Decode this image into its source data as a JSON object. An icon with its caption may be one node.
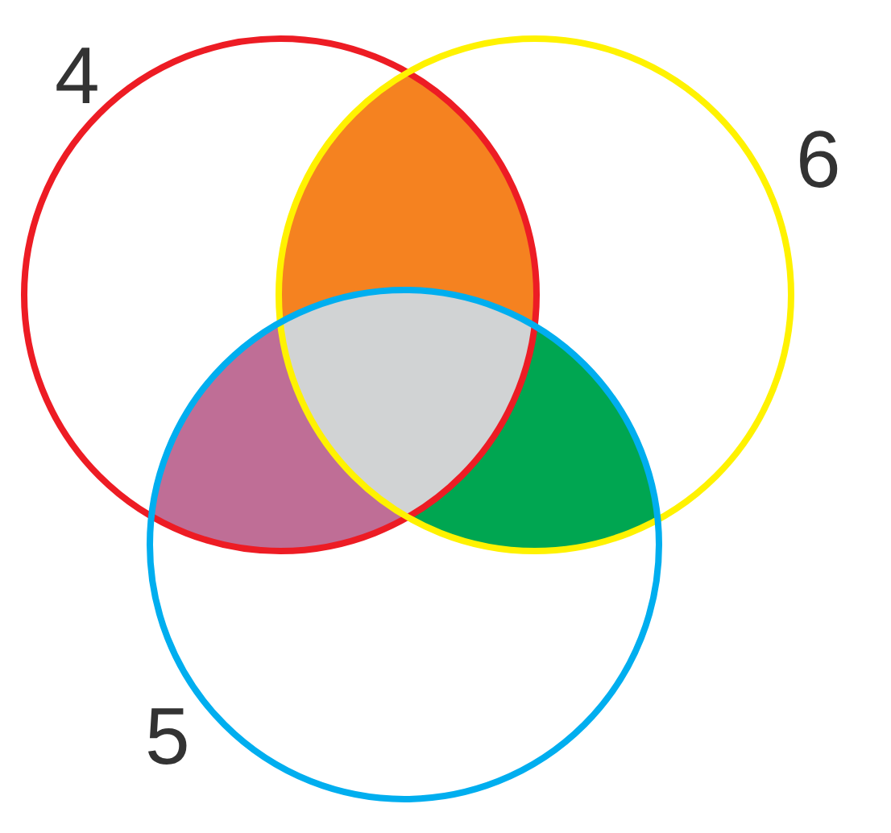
{
  "diagram": {
    "labels": [
      "4",
      "6",
      "5"
    ]
  }
}
